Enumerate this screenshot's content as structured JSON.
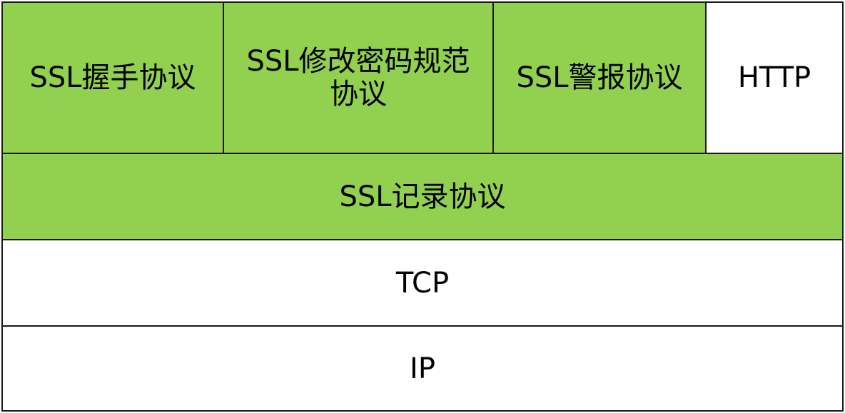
{
  "layers": {
    "ssl_handshake": "SSL握手协议",
    "ssl_change_cipher_spec": "SSL修改密码规范协议",
    "ssl_alert": "SSL警报协议",
    "http": "HTTP",
    "ssl_record": "SSL记录协议",
    "tcp": "TCP",
    "ip": "IP"
  },
  "colors": {
    "ssl_fill": "#92d050",
    "plain_fill": "#ffffff",
    "border": "#1a1a1a"
  }
}
